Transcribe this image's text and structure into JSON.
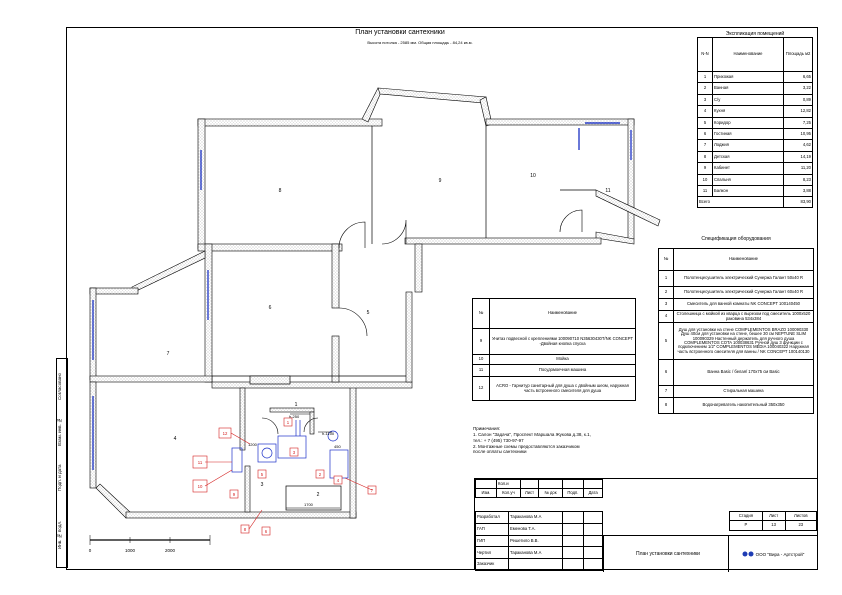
{
  "sheet": {
    "title": "План установки сантехники",
    "subtitle": "Высота потолка - 2585 мм. Общая площадь - 84,24 кв.м."
  },
  "rooms_table": {
    "caption": "Экспликация помещений",
    "headers": [
      "N-N",
      "Наименование",
      "Площадь м2"
    ],
    "rows": [
      [
        "1",
        "Прихожая",
        "6,65"
      ],
      [
        "2",
        "Ванная",
        "3,22"
      ],
      [
        "3",
        "С/у",
        "0,89"
      ],
      [
        "4",
        "Кухня",
        "12,82"
      ],
      [
        "5",
        "Коридор",
        "7,25"
      ],
      [
        "6",
        "Гостиная",
        "10,95"
      ],
      [
        "7",
        "Лоджия",
        "4,62"
      ],
      [
        "8",
        "Детская",
        "14,19"
      ],
      [
        "9",
        "Кабинет",
        "11,20"
      ],
      [
        "10",
        "Спальня",
        "8,23"
      ],
      [
        "11",
        "Балкон",
        "3,88"
      ]
    ],
    "total_label": "Всего",
    "total_value": "83,90"
  },
  "equipment_table": {
    "caption": "Спецификация оборудования",
    "headers": [
      "№",
      "Наименование"
    ],
    "rows": [
      [
        "1",
        "Полотенцесушитель электрический Сунержа Галант 50х40 R"
      ],
      [
        "2",
        "Полотенцесушитель электрический Сунержа Галант 60х40 R"
      ],
      [
        "3",
        "Смеситель для ванной комнаты NK CONCEPT 100140450"
      ],
      [
        "4",
        "Столешница с мойкой из кварца с вырезом под смеситель 1000х520 раковина 534х384"
      ],
      [
        "5",
        "Душ для установки на стене COMPLEMENTOS BRAZO 100090330 Душ 40см для установки на стене, бешее 30 см NEPTUNE SLIM 100090329 Настенный держатель для ручного душа COMPLEMENTOS COTA 100038631 Ручной душ 3 функции с подключением 1/2\" COMPLEMENTOS MEDIA 100040322 Наружная часть встроенного смесителя для ванны / NK CONCEPT 100140130"
      ],
      [
        "6",
        "Ванна Basic / белая/ 170х75 см Basic"
      ],
      [
        "7",
        "Стиральная машина"
      ],
      [
        "8",
        "Водонагреватель накопительный 350х350"
      ]
    ]
  },
  "equipment_table_2": {
    "headers": [
      "№",
      "Наименование"
    ],
    "rows": [
      [
        "9",
        "Унитаз подвесной с креплениями 100090710 N35630430Т/NK CONCEPT -Двойная кнопка спуска"
      ],
      [
        "10",
        "Мойка"
      ],
      [
        "11",
        "Посудомоечная машина"
      ],
      [
        "12",
        "ACRO - Гарнитур санитарный для душа с двойным шеом, наружная часть встроенного смесителя для душа"
      ]
    ]
  },
  "notes": {
    "heading": "Примечания:",
    "lines": [
      "1. Салон \"Задача\", Проспект Маршала Жукова д.38, к.1,",
      "тел.: + 7 (495) 730-97-97",
      "2. Монтажные схемы предоставляются заказчиком",
      "после оплаты сантехники"
    ]
  },
  "stamp": {
    "change_row": [
      "Изм.",
      "Кол.уч",
      "Лист",
      "№ док",
      "Подп.",
      "Дата"
    ],
    "people": [
      [
        "Разработал",
        "Тараканова М.А"
      ],
      [
        "ГАП",
        "Еменова Т.А."
      ],
      [
        "ГИП",
        "Решетило В.В."
      ],
      [
        "Чертил",
        "Тараканова М.А"
      ],
      [
        "Заказчик",
        ""
      ]
    ],
    "stage_headers": [
      "Стадия",
      "Лист",
      "Листов"
    ],
    "stage_values": [
      "Р",
      "13",
      "23"
    ],
    "sheet_name": "План установки сантехники",
    "company": "ООО \"Вира - Артстрой\"",
    "kol": "Кол.и"
  },
  "side_labels": [
    "Согласовано",
    "Взам. инв. №",
    "Подп. и дата",
    "Инв. № подл."
  ],
  "plan": {
    "room_numbers": [
      "1",
      "2",
      "3",
      "4",
      "5",
      "6",
      "7",
      "8",
      "9",
      "10",
      "11"
    ],
    "dimensions": [
      "h-250",
      "h-1100",
      "450",
      "1700",
      "1200"
    ],
    "callouts": [
      "1",
      "2",
      "3",
      "4",
      "5",
      "6",
      "7",
      "8",
      "9",
      "10",
      "11",
      "12"
    ],
    "scale_labels": [
      "0",
      "1000",
      "2000"
    ]
  },
  "colors": {
    "hatch": "#999999",
    "callout": "#d42020",
    "plumbing": "#1e32c8",
    "window": "#2a3fc8"
  }
}
